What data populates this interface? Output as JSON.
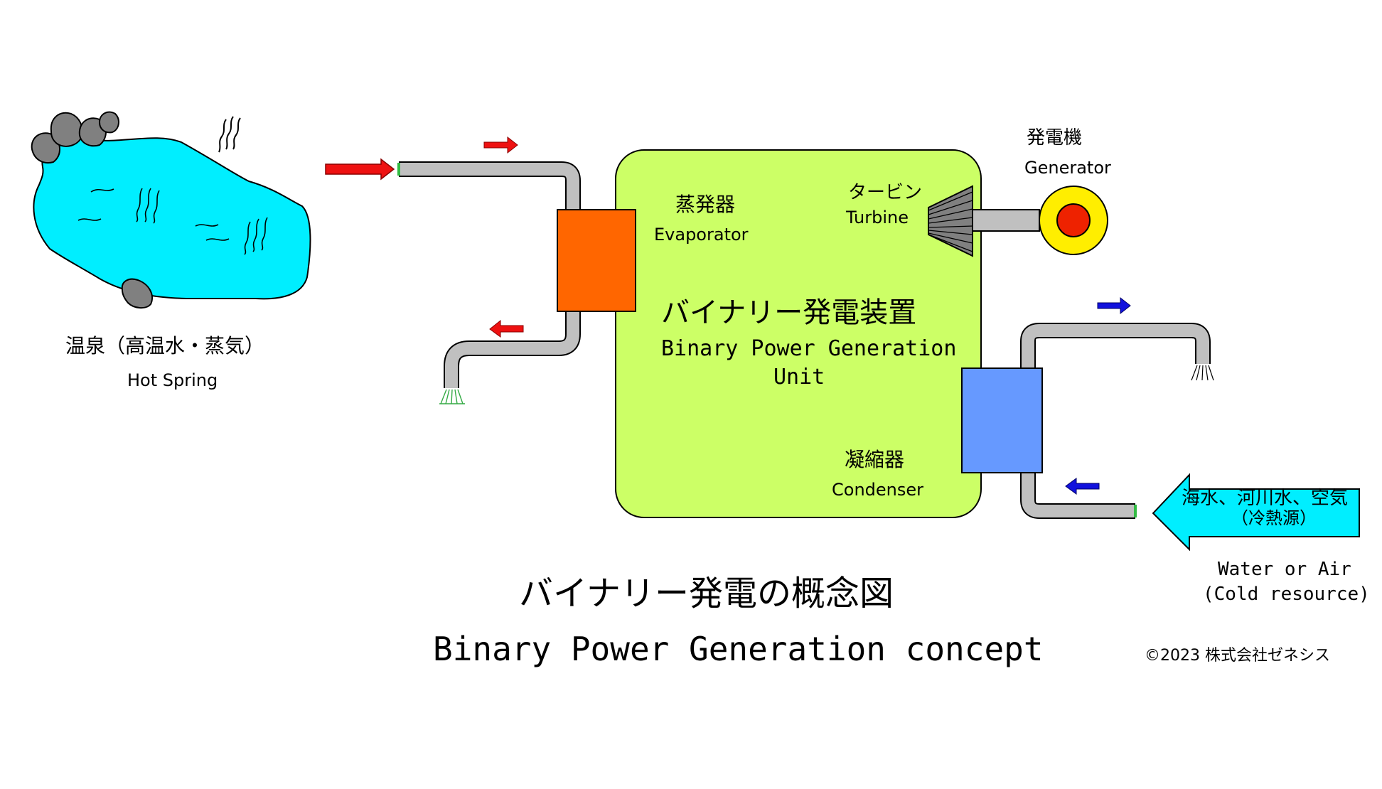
{
  "hot_spring": {
    "label_ja": "温泉（高温水・蒸気）",
    "label_en": "Hot Spring"
  },
  "unit": {
    "label_ja": "バイナリー発電装置",
    "label_en_line1": "Binary Power Generation",
    "label_en_line2": "Unit"
  },
  "evaporator": {
    "label_ja": "蒸発器",
    "label_en": "Evaporator"
  },
  "turbine": {
    "label_ja": "タービン",
    "label_en": "Turbine"
  },
  "generator": {
    "label_ja": "発電機",
    "label_en": "Generator"
  },
  "condenser": {
    "label_ja": "凝縮器",
    "label_en": "Condenser"
  },
  "cold_source": {
    "arrow_line1": "海水、河川水、空気",
    "arrow_line2": "（冷熱源）",
    "label_en_line1": "Water or Air",
    "label_en_line2": "(Cold resource)"
  },
  "title": {
    "ja": "バイナリー発電の概念図",
    "en": "Binary Power Generation concept"
  },
  "copyright": "©2023 株式会社ゼネシス",
  "colors": {
    "hot_water": "#00eeff",
    "unit_body": "#ccff66",
    "evaporator": "#ff6600",
    "condenser": "#6699ff",
    "pipe": "#c0c0c0",
    "hot_arrow": "#ee1111",
    "cold_arrow": "#1111dd",
    "generator_ring": "#ffee00",
    "generator_core": "#ee2200",
    "rock": "#808080"
  }
}
